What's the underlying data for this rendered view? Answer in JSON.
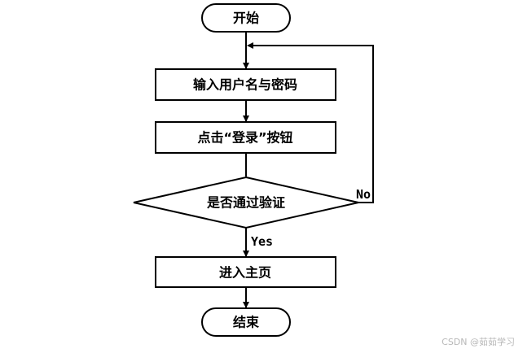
{
  "nodes": {
    "start": "开始",
    "input": "输入用户名与密码",
    "click": "点击“登录”按钮",
    "decision": "是否通过验证",
    "enter": "进入主页",
    "end": "结束"
  },
  "edges": {
    "yes": "Yes",
    "no": "No"
  },
  "watermark": "CSDN @茹茹学习"
}
